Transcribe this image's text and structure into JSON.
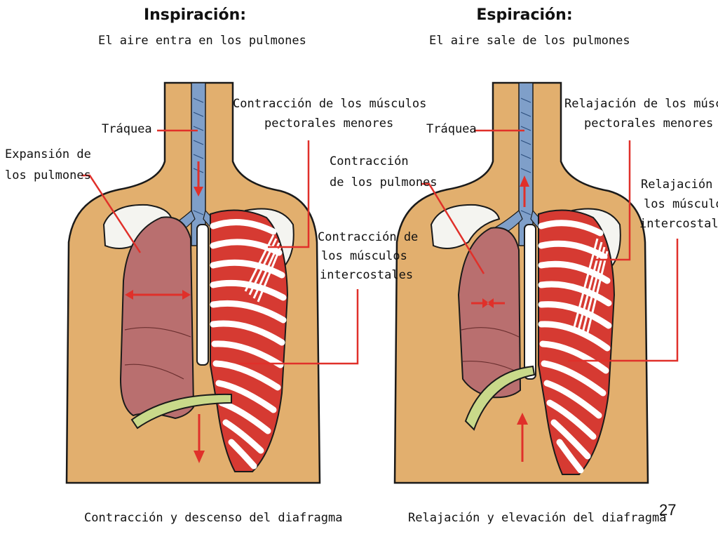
{
  "page_number": "27",
  "colors": {
    "skin": "#E2AF6E",
    "outline": "#1a1a1a",
    "trachea": "#7F9FC9",
    "lung": "#B96F6F",
    "rib": "#FFFFFF",
    "muscle": "#D63A32",
    "diaphragm": "#C9D98A",
    "leader": "#E0302A"
  },
  "inspiration": {
    "title": "Inspiración:",
    "subtitle": "El aire entra en los pulmones",
    "trachea_label": "Tráquea",
    "lung_label": [
      "Expansión de",
      "los pulmones"
    ],
    "pectoral_label": [
      "Contracción de los músculos",
      "pectorales menores"
    ],
    "intercostal_label": [
      "Contracción de",
      "los músculos",
      "intercostales"
    ],
    "caption": "Contracción y descenso del diafragma"
  },
  "expiration": {
    "title": "Espiración:",
    "subtitle": "El aire sale de los pulmones",
    "trachea_label": "Tráquea",
    "lung_label": [
      "Contracción",
      "de los pulmones"
    ],
    "pectoral_label": [
      "Relajación de los músculos",
      "pectorales menores"
    ],
    "intercostal_label": [
      "Relajación de",
      "los músculos",
      "intercostales"
    ],
    "caption": "Relajación y elevación del diafragma"
  }
}
